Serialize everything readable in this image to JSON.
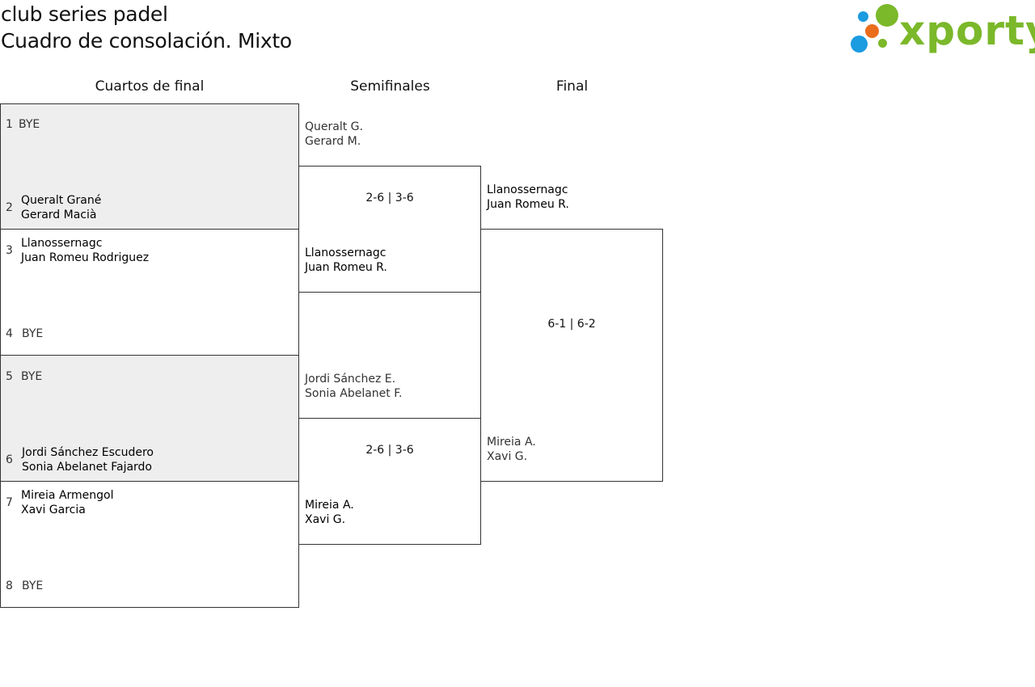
{
  "header": {
    "line1": "club series padel",
    "line2": "Cuadro de consolación. Mixto"
  },
  "logo": {
    "text": "xporty",
    "colors": {
      "green": "#7bb82a",
      "blue": "#1b9be0",
      "orange": "#ea6d1c"
    }
  },
  "columns": {
    "quarterfinals": "Cuartos de final",
    "semifinals": "Semifinales",
    "final": "Final"
  },
  "quarterfinals": [
    {
      "seed": "1",
      "line1": "BYE",
      "line2": ""
    },
    {
      "seed": "2",
      "line1": "Queralt Grané",
      "line2": "Gerard Macià"
    },
    {
      "seed": "3",
      "line1": "Llanossernagc",
      "line2": "Juan Romeu Rodriguez"
    },
    {
      "seed": "4",
      "line1": "BYE",
      "line2": ""
    },
    {
      "seed": "5",
      "line1": "BYE",
      "line2": ""
    },
    {
      "seed": "6",
      "line1": "Jordi Sánchez Escudero",
      "line2": "Sonia Abelanet Fajardo"
    },
    {
      "seed": "7",
      "line1": "Mireia Armengol",
      "line2": "Xavi Garcia"
    },
    {
      "seed": "8",
      "line1": "BYE",
      "line2": ""
    }
  ],
  "semifinals": [
    {
      "line1": "Queralt G.",
      "line2": "Gerard M."
    },
    {
      "line1": "Llanossernagc",
      "line2": "Juan Romeu R."
    },
    {
      "line1": "Jordi Sánchez E.",
      "line2": "Sonia Abelanet F."
    },
    {
      "line1": "Mireia A.",
      "line2": "Xavi G."
    }
  ],
  "semifinal_scores": [
    "2-6 | 3-6",
    "2-6 | 3-6"
  ],
  "final": [
    {
      "line1": "Llanossernagc",
      "line2": "Juan Romeu R."
    },
    {
      "line1": "Mireia A.",
      "line2": "Xavi G."
    }
  ],
  "final_score": "6-1 | 6-2"
}
